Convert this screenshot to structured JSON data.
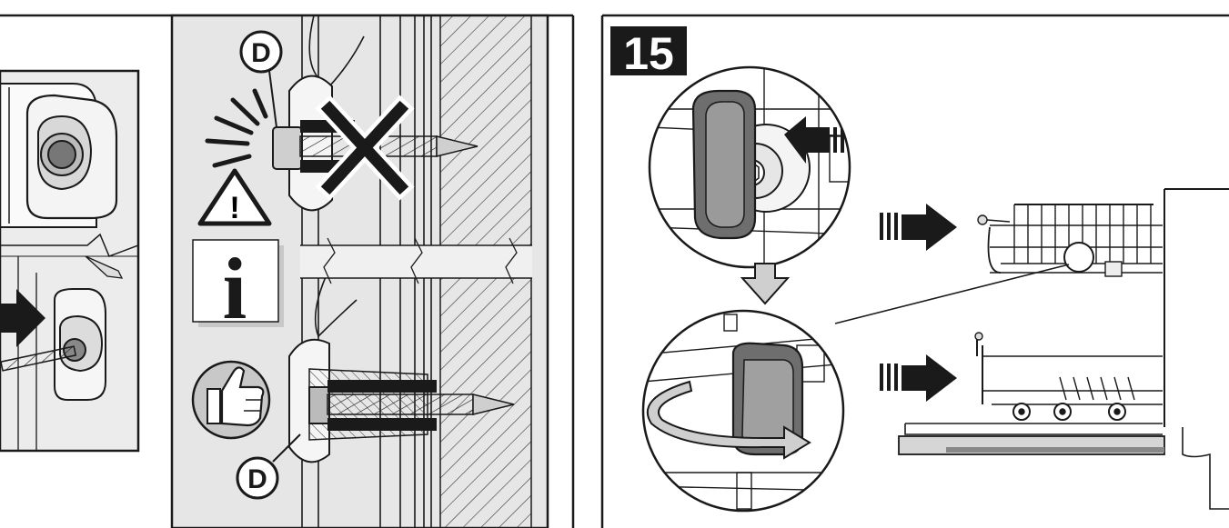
{
  "left_panel": {
    "callout_top": "D",
    "callout_bottom": "D",
    "info_glyph": "i",
    "warning_glyph": "!",
    "icons": [
      "warning-triangle-icon",
      "info-icon",
      "thumbs-up-icon",
      "cross-mark-icon"
    ]
  },
  "right_panel": {
    "step_number": "15"
  },
  "colors": {
    "line": "#1a1a1a",
    "panel_bg": "#e6e6e6",
    "inner_bg": "#f2f2f2",
    "highlight": "#cfcfcf",
    "dark_part": "#666666"
  }
}
